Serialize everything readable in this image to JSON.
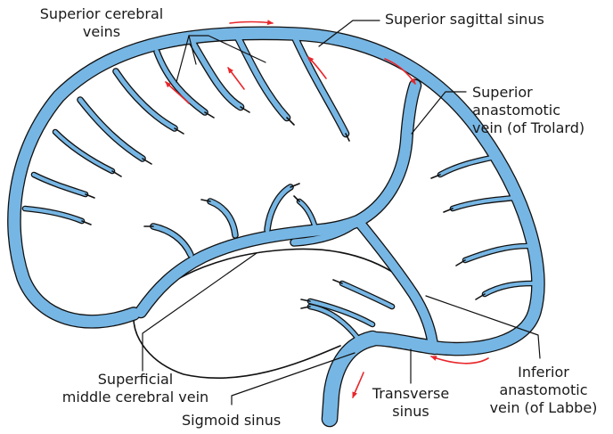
{
  "colors": {
    "vein": "#76b6e4",
    "outline": "#111111",
    "flow_arrow": "#e8262b"
  },
  "labels": {
    "superior_cerebral_veins": [
      "Superior cerebral",
      "veins"
    ],
    "superior_sagittal_sinus": "Superior sagittal sinus",
    "superior_anastomotic_vein": [
      "Superior",
      "anastomotic",
      "vein (of Trolard)"
    ],
    "inferior_anastomotic_vein": [
      "Inferior",
      "anastomotic",
      "vein (of Labbe)"
    ],
    "transverse_sinus": [
      "Transverse",
      "sinus"
    ],
    "superficial_middle_cerebral_vein": [
      "Superficial",
      "middle cerebral vein"
    ],
    "sigmoid_sinus": "Sigmoid sinus"
  }
}
